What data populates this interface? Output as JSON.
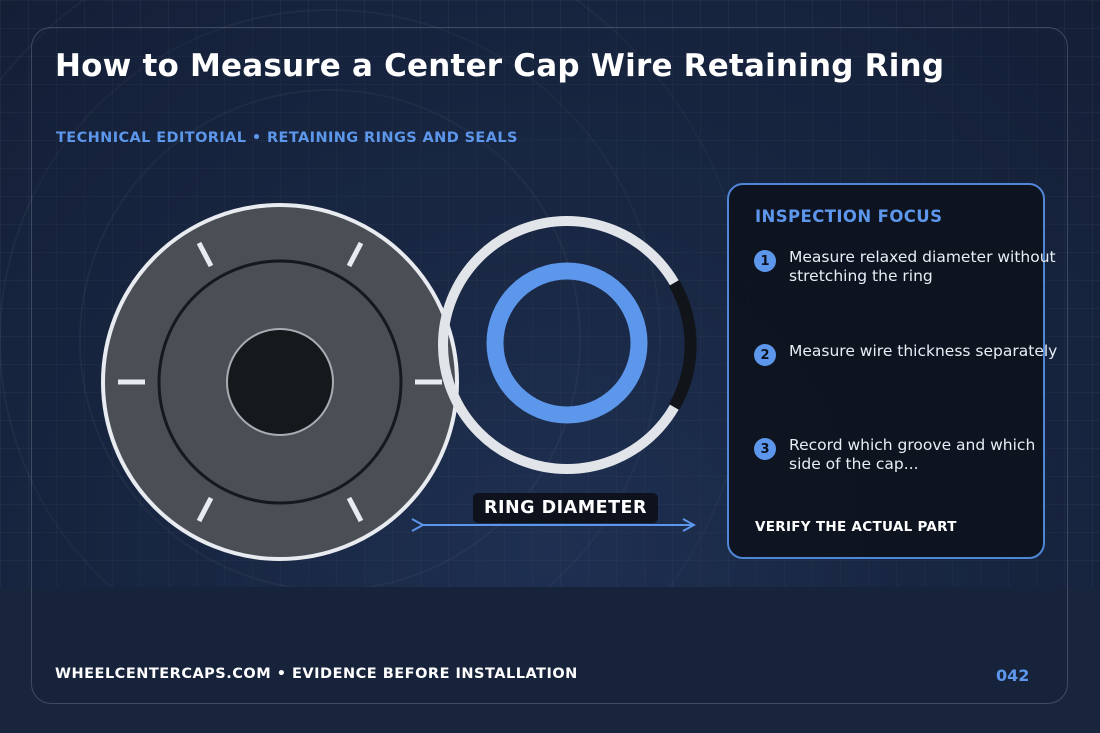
{
  "header": {
    "title": "How to Measure a Center Cap Wire Retaining Ring",
    "subtitle": "TECHNICAL EDITORIAL • RETAINING RINGS AND SEALS"
  },
  "illustration": {
    "dimension_label": "RING DIAMETER",
    "colors": {
      "cap_body": "#4a4f55",
      "cap_rim": "#e8ebef",
      "wire_ring": "#e1e5ea",
      "inner_ring": "#5d97eb",
      "arrow": "#5d97eb"
    }
  },
  "panel": {
    "title": "INSPECTION FOCUS",
    "steps": [
      {
        "num": "1",
        "text": "Measure relaxed diameter without stretching the ring"
      },
      {
        "num": "2",
        "text": "Measure wire thickness separately"
      },
      {
        "num": "3",
        "text": "Record which groove and which side of the cap..."
      }
    ],
    "footer": "VERIFY THE ACTUAL PART"
  },
  "footer": {
    "text": "WHEELCENTERCAPS.COM • EVIDENCE BEFORE INSTALLATION",
    "page_number": "042"
  }
}
